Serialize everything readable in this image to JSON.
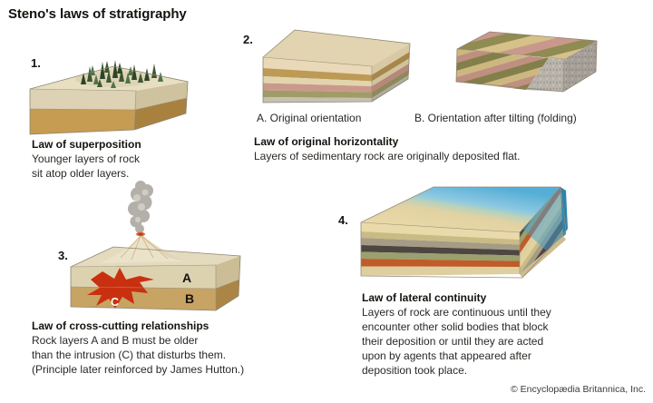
{
  "title": "Steno's laws of stratigraphy",
  "attribution": "© Encyclopædia Britannica, Inc.",
  "panels": {
    "superposition": {
      "number": "1.",
      "heading": "Law of superposition",
      "lines": [
        "Younger layers of rock",
        "sit atop older layers."
      ]
    },
    "horizontality": {
      "number": "2.",
      "sublabel_a": "A. Original orientation",
      "sublabel_b": "B. Orientation after tilting (folding)",
      "heading": "Law of original horizontality",
      "lines": [
        "Layers of sedimentary rock are originally deposited flat."
      ]
    },
    "crosscutting": {
      "number": "3.",
      "heading": "Law of cross-cutting relationships",
      "lines": [
        "Rock layers A and B must be older",
        "than the intrusion (C) that disturbs them.",
        "(Principle later reinforced by James Hutton.)"
      ],
      "layer_a": "A",
      "layer_b": "B",
      "intrusion_c": "C"
    },
    "lateral": {
      "number": "4.",
      "heading": "Law of lateral continuity",
      "lines": [
        "Layers of rock are continuous until they",
        "encounter other solid bodies that block",
        "their deposition or until they are acted",
        "upon by agents that appeared after",
        "deposition took place."
      ]
    }
  },
  "colors": {
    "background": "#ffffff",
    "text": "#15120e",
    "intrusion_red": "#c9300f",
    "water_blue": "#55aed6",
    "sand": "#ead9a9",
    "older_rock_tan": "#c69b52",
    "granite_gray": "#b5b0a8"
  }
}
